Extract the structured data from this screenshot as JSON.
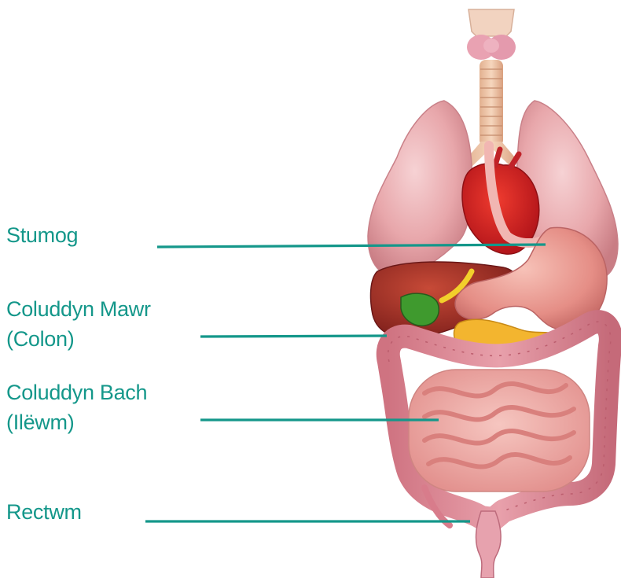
{
  "accent_color": "#14978a",
  "labels": {
    "stomach": {
      "line1": "Stumog"
    },
    "colon": {
      "line1": "Coluddyn Mawr",
      "line2": "(Colon)"
    },
    "ileum": {
      "line1": "Coluddyn Bach",
      "line2": "(Ilëwm)"
    },
    "rectum": {
      "line1": "Rectwm"
    }
  }
}
